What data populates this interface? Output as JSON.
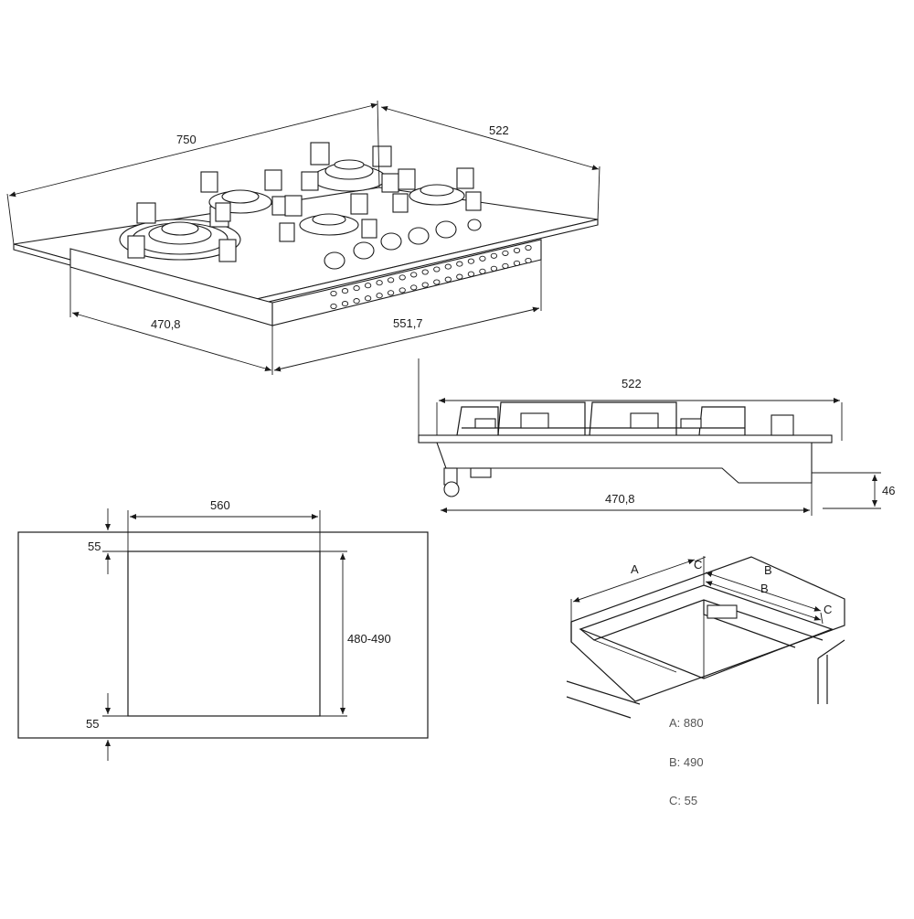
{
  "top_view": {
    "width_label": "750",
    "depth_label": "522",
    "cut_depth_label": "470,8",
    "cut_width_label": "551,7"
  },
  "side_view": {
    "depth_label": "522",
    "lower_depth_label": "470,8",
    "height_label": "46"
  },
  "cutout": {
    "width_label": "560",
    "top_margin_label": "55",
    "height_label": "480-490",
    "bottom_margin_label": "55"
  },
  "niche": {
    "letter_a": "A",
    "letter_b": "B",
    "letter_c": "C",
    "legend": [
      "A: 880",
      "B: 490",
      "C: 55"
    ]
  }
}
